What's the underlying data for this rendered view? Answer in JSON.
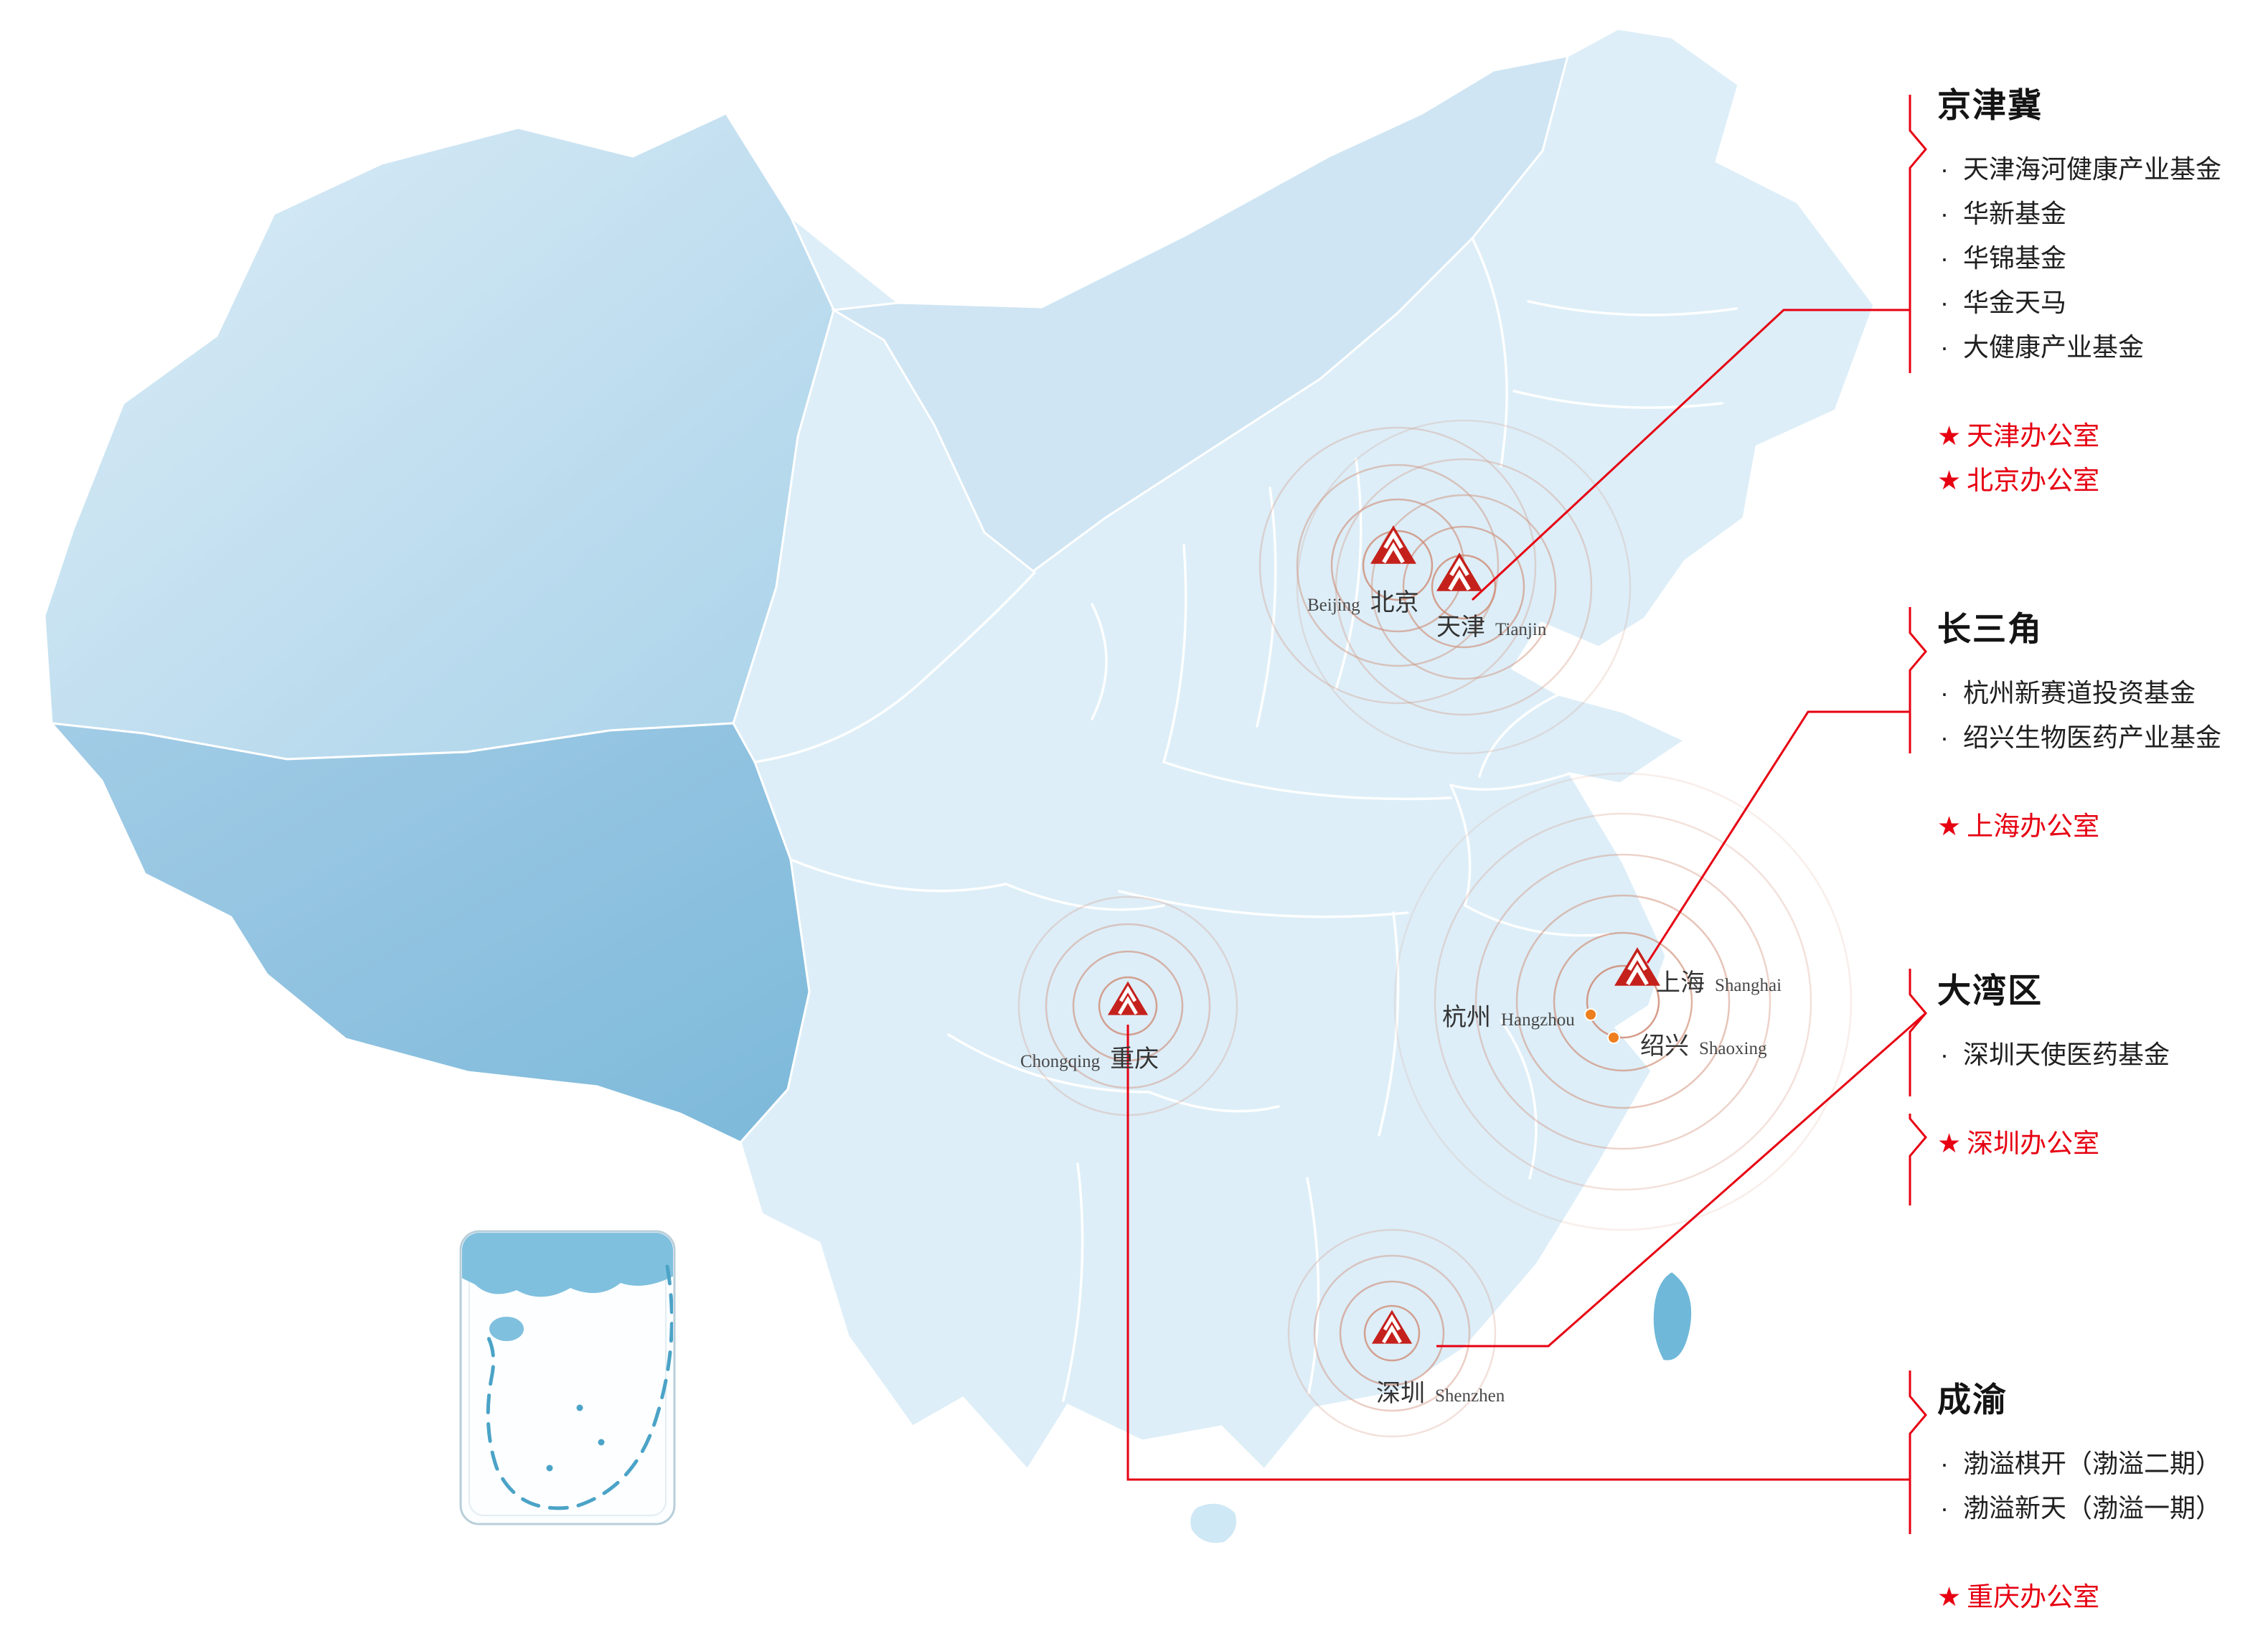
{
  "glyphs": {
    "bullet": "·",
    "star": "★"
  },
  "colors": {
    "accent_red": "#e60012",
    "marker_red": "#c5211c",
    "ripple": "#cf8b74",
    "dot_orange": "#ee7f1e",
    "map_light_blue": "#ddeef8",
    "map_medium_blue": "#aed4ea",
    "map_tibet_blue": "#8cc3e0",
    "map_taiwan_blue": "#6fb8d9"
  },
  "map": {
    "cities": [
      {
        "id": "beijing",
        "zh": "北京",
        "en": "Beijing"
      },
      {
        "id": "tianjin",
        "zh": "天津",
        "en": "Tianjin"
      },
      {
        "id": "shanghai",
        "zh": "上海",
        "en": "Shanghai"
      },
      {
        "id": "hangzhou",
        "zh": "杭州",
        "en": "Hangzhou"
      },
      {
        "id": "shaoxing",
        "zh": "绍兴",
        "en": "Shaoxing"
      },
      {
        "id": "chongqing",
        "zh": "重庆",
        "en": "Chongqing"
      },
      {
        "id": "shenzhen",
        "zh": "深圳",
        "en": "Shenzhen"
      }
    ]
  },
  "regions": [
    {
      "name": "京津冀",
      "funds": [
        "天津海河健康产业基金",
        "华新基金",
        "华锦基金",
        "华金天马",
        "大健康产业基金"
      ],
      "offices": [
        "天津办公室",
        "北京办公室"
      ]
    },
    {
      "name": "长三角",
      "funds": [
        "杭州新赛道投资基金",
        "绍兴生物医药产业基金"
      ],
      "offices": [
        "上海办公室"
      ]
    },
    {
      "name": "大湾区",
      "funds": [
        "深圳天使医药基金"
      ],
      "offices": [
        "深圳办公室"
      ]
    },
    {
      "name": "成渝",
      "funds": [
        "渤溢棋开（渤溢二期）",
        "渤溢新天（渤溢一期）"
      ],
      "offices": [
        "重庆办公室"
      ]
    }
  ]
}
